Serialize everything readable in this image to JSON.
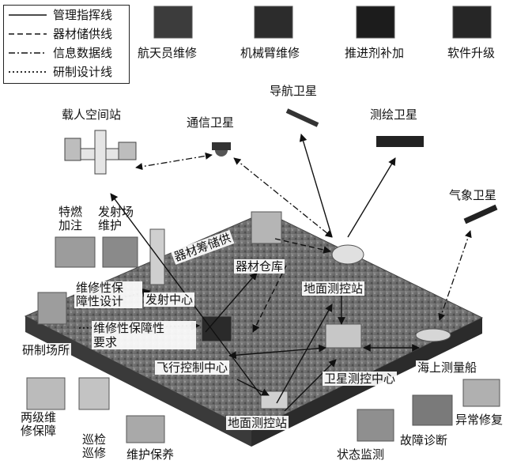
{
  "legend": [
    {
      "label": "管理指挥线",
      "style": "solid"
    },
    {
      "label": "器材储供线",
      "style": "dashed"
    },
    {
      "label": "信息数据线",
      "style": "dashdot"
    },
    {
      "label": "研制设计线",
      "style": "dotted"
    }
  ],
  "top_tasks": {
    "astronaut": "航天员维修",
    "arm": "机械臂维修",
    "propellant": "推进剂补加",
    "software": "软件升级"
  },
  "nodes": {
    "space_station": "载人空间站",
    "comm_sat": "通信卫星",
    "nav_sat": "导航卫星",
    "survey_sat": "测绘卫星",
    "weather_sat": "气象卫星",
    "fuel_fill": "特燃\n加注",
    "launch_maint": "发射场\n维护",
    "storage_supply": "器材筹储供",
    "warehouse": "器材仓库",
    "ground_station_a": "地面测控站",
    "maintainability": "维修性保\n障性设计",
    "launch_center": "发射中心",
    "maint_req": "维修性保障性\n要求",
    "rd_site": "研制场所",
    "flight_ctrl": "飞行控制中心",
    "sat_ctrl": "卫星测控中心",
    "sea_ship": "海上测量船",
    "ground_station_b": "地面测控站"
  },
  "bottom_tasks": {
    "two_level": "两级维\n修保障",
    "patrol": "巡检\n巡修",
    "upkeep": "维护保养",
    "status": "状态监测",
    "fault": "故障诊断",
    "anomaly": "异常修复"
  }
}
